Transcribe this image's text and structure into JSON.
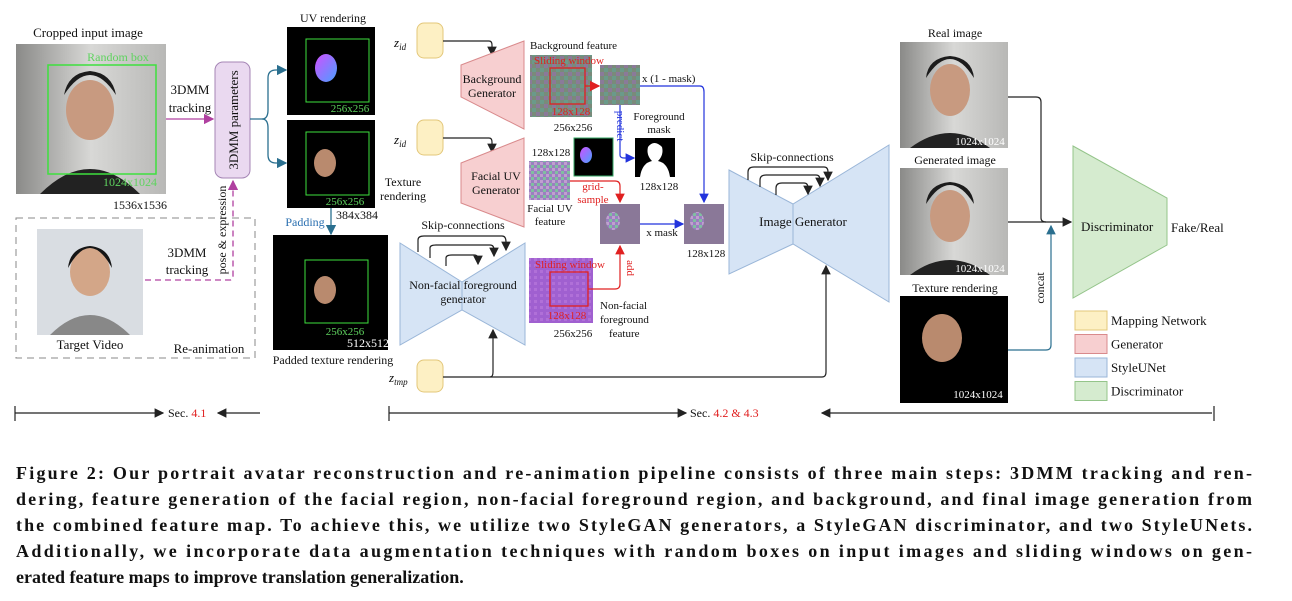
{
  "figure": {
    "input": {
      "title": "Cropped input image",
      "random_box": "Random box",
      "inner_size": "1024x1024",
      "outer_size": "1536x1536"
    },
    "tracking1": [
      "3DMM",
      "tracking"
    ],
    "params_box": "3DMM parameters",
    "pose_expr": "pose & expression",
    "target": {
      "label": "Target Video",
      "reanimation": "Re-animation",
      "tracking": [
        "3DMM",
        "tracking"
      ]
    },
    "uv": {
      "title": "UV rendering",
      "size": "256x256"
    },
    "texture": {
      "inner": "256x256",
      "outer": "384x384",
      "label": [
        "Texture",
        "rendering"
      ]
    },
    "padding": "Padding",
    "padded": {
      "inner": "256x256",
      "outer": "512x512",
      "label": "Padded texture rendering"
    },
    "z_id": "z",
    "z_id_sub": "id",
    "z_tmp_sub": "tmp",
    "bg_gen": [
      "Background",
      "Generator"
    ],
    "uv_gen": [
      "Facial UV",
      "Generator"
    ],
    "bg_feature": {
      "title": "Background feature",
      "window": "Sliding window",
      "crop": "128x128",
      "size": "256x256"
    },
    "one_minus_mask": "x (1 - mask)",
    "predict": "predict",
    "fg_mask": {
      "label": [
        "Foreground",
        "mask"
      ],
      "size": "128x128"
    },
    "uv_small_size": "128x128",
    "uv_feature": [
      "Facial UV",
      "feature"
    ],
    "grid_sample": [
      "grid-",
      "sample"
    ],
    "x_mask": "x mask",
    "combined_size": "128x128",
    "skip1": "Skip-connections",
    "nonfacial_gen": [
      "Non-facial foreground",
      "generator"
    ],
    "nf_feature": {
      "window": "Sliding window",
      "crop": "128x128",
      "size": "256x256",
      "label": [
        "Non-facial",
        "foreground",
        "feature"
      ]
    },
    "add": "add",
    "skip2": "Skip-connections",
    "image_gen": "Image Generator",
    "real": {
      "title": "Real image",
      "size": "1024x1024"
    },
    "generated": {
      "title": "Generated image",
      "size": "1024x1024"
    },
    "tex_render": {
      "title": "Texture rendering",
      "size": "1024x1024"
    },
    "concat": "concat",
    "discriminator": "Discriminator",
    "fake_real": "Fake/Real",
    "legend": [
      {
        "label": "Mapping Network",
        "fill": "#fdf0c4",
        "stroke": "#e3c77a"
      },
      {
        "label": "Generator",
        "fill": "#f7cfd0",
        "stroke": "#d98a8c"
      },
      {
        "label": "StyleUNet",
        "fill": "#d6e4f5",
        "stroke": "#9ab6d8"
      },
      {
        "label": "Discriminator",
        "fill": "#d5ebcf",
        "stroke": "#94c48a"
      }
    ],
    "sec1": {
      "prefix": "Sec. ",
      "num": "4.1"
    },
    "sec2": {
      "prefix": "Sec. ",
      "num": "4.2 & 4.3"
    }
  },
  "caption": [
    "Figure 2: Our portrait avatar reconstruction and re-animation pipeline consists of three main steps: 3DMM tracking and ren-",
    "dering, feature generation of the facial region, non-facial foreground region, and background, and final image generation from",
    "the combined feature map. To achieve this, we utilize two StyleGAN generators, a StyleGAN discriminator, and two StyleUNets.",
    "Additionally, we incorporate data augmentation techniques with random boxes on input images and sliding windows on gen-",
    "erated feature maps to improve translation generalization."
  ],
  "colors": {
    "accent_red": "#e02020",
    "accent_blue": "#2233dd",
    "teal": "#2a6f8f",
    "purple": "#b040a0",
    "box_green": "#3ee03e"
  }
}
